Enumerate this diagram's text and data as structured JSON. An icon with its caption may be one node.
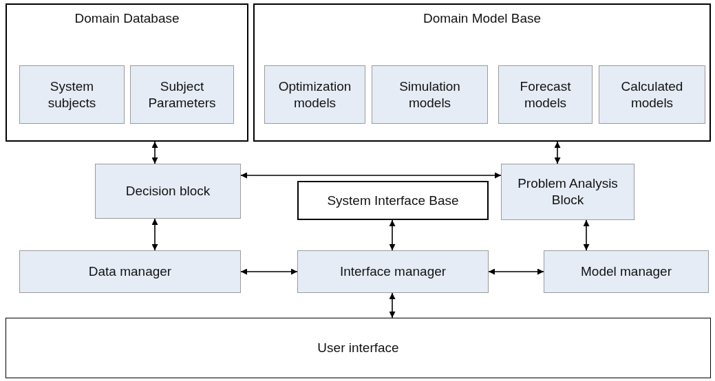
{
  "diagram": {
    "nodes": [
      {
        "text": [
          "Domain Database"
        ]
      },
      {
        "text": [
          "System subjects"
        ],
        "in": 0
      },
      {
        "text": [
          "Subject Parameters"
        ],
        "in": 0
      },
      {
        "text": [
          "Domain Model Base"
        ]
      },
      {
        "text": [
          "Optimization models"
        ],
        "in": 3
      },
      {
        "text": [
          "Simulation models"
        ],
        "in": 3
      },
      {
        "text": [
          "Forecast models"
        ],
        "in": 3
      },
      {
        "text": [
          "Calculated models"
        ],
        "in": 3
      },
      {
        "text": [
          "Decision block"
        ]
      },
      {
        "text": [
          "Problem Analysis Block"
        ]
      },
      {
        "text": [
          "System Interface Base"
        ]
      },
      {
        "text": [
          "Data manager"
        ]
      },
      {
        "text": [
          "Interface manager"
        ]
      },
      {
        "text": [
          "Model manager"
        ]
      },
      {
        "text": [
          "User interface"
        ]
      }
    ],
    "edges": [
      {
        "from": 0,
        "to": 8,
        "arrow": "both"
      },
      {
        "from": 3,
        "to": 9,
        "arrow": "both"
      },
      {
        "from": 8,
        "to": 9,
        "arrow": "both"
      },
      {
        "from": 8,
        "to": 11,
        "arrow": "both"
      },
      {
        "from": 10,
        "to": 12,
        "arrow": "both"
      },
      {
        "from": 9,
        "to": 13,
        "arrow": "both"
      },
      {
        "from": 11,
        "to": 12,
        "arrow": "both"
      },
      {
        "from": 12,
        "to": 13,
        "arrow": "both"
      },
      {
        "from": 12,
        "to": 14,
        "arrow": "both"
      }
    ]
  }
}
